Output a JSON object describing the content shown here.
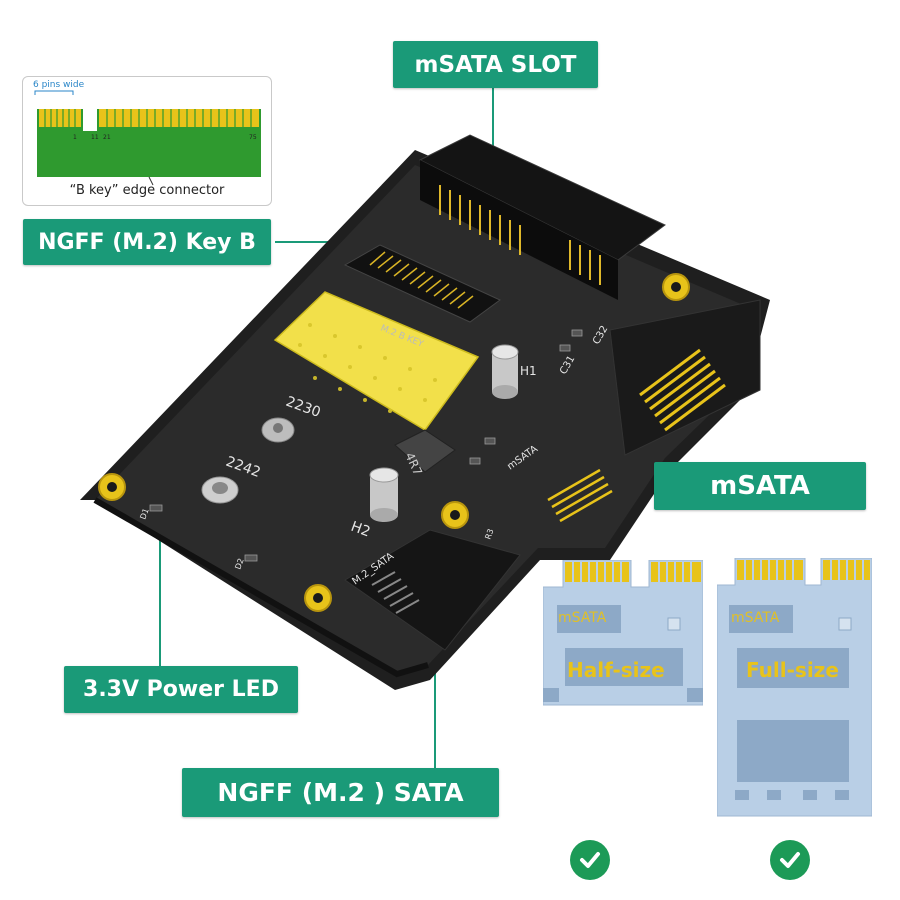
{
  "callouts": {
    "msata_slot": "mSATA  SLOT",
    "ngff_key_b": "NGFF (M.2) Key B",
    "msata": "mSATA",
    "power_led": "3.3V Power LED",
    "ngff_sata": "NGFF (M.2 ) SATA"
  },
  "inset": {
    "pins_label": "6 pins wide",
    "caption": "“B key” edge connector",
    "pin_numbers": [
      "1",
      "11",
      "21",
      "75"
    ]
  },
  "board": {
    "label_2230": "2230",
    "label_2242": "2242",
    "label_h1": "H1",
    "label_h2": "H2",
    "label_m2_sata": "M.2_SATA",
    "label_msata": "mSATA",
    "label_inductor": "4R7",
    "label_c31": "C31",
    "label_c32": "C32",
    "label_d1": "D1",
    "label_d2": "D2",
    "label_r3": "R3",
    "label_key": "M.2  B  KEY"
  },
  "cards": [
    {
      "label": "mSATA",
      "size": "Half-size"
    },
    {
      "label": "mSATA",
      "size": "Full-size"
    }
  ],
  "colors": {
    "accent": "#1a9a78",
    "check": "#1c9a57",
    "pcb": "#1e1e1e",
    "gold": "#e8c31a",
    "card": "#b9cfe6"
  },
  "icons": [
    "check-icon",
    "check-icon"
  ]
}
